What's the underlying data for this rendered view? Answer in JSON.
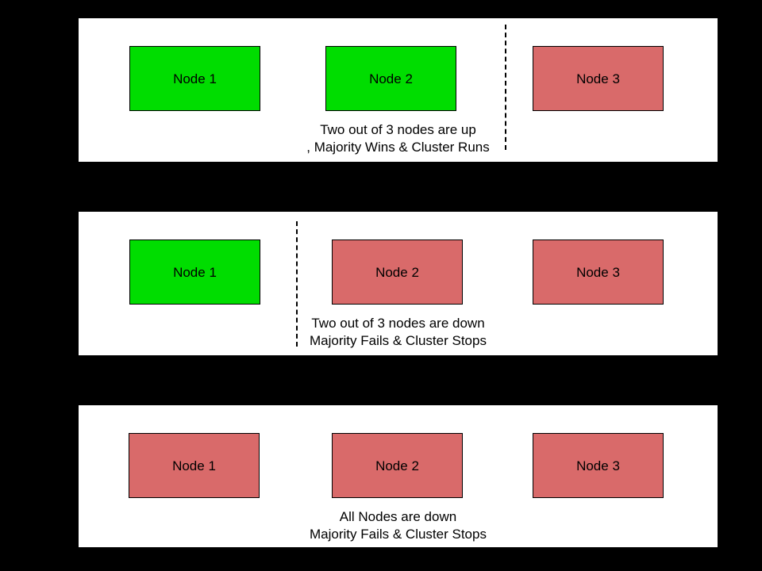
{
  "colors": {
    "background": "#000000",
    "panel_background": "#ffffff",
    "panel_border": "#000000",
    "node_border": "#000000",
    "node_up": "#00dd00",
    "node_down": "#d96a6a",
    "text": "#000000",
    "divider": "#000000"
  },
  "panels": [
    {
      "nodes": [
        {
          "label": "Node 1",
          "status": "up",
          "color": "#00dd00"
        },
        {
          "label": "Node 2",
          "status": "up",
          "color": "#00dd00"
        },
        {
          "label": "Node 3",
          "status": "down",
          "color": "#d96a6a"
        }
      ],
      "caption": {
        "line1": "Two out of 3 nodes are up",
        "line2": ", Majority Wins & Cluster Runs"
      },
      "divider_position": "between Node 2 and Node 3"
    },
    {
      "nodes": [
        {
          "label": "Node 1",
          "status": "up",
          "color": "#00dd00"
        },
        {
          "label": "Node 2",
          "status": "down",
          "color": "#d96a6a"
        },
        {
          "label": "Node 3",
          "status": "down",
          "color": "#d96a6a"
        }
      ],
      "caption": {
        "line1": "Two out of 3 nodes are down",
        "line2": "Majority Fails & Cluster Stops"
      },
      "divider_position": "between Node 1 and Node 2"
    },
    {
      "nodes": [
        {
          "label": "Node 1",
          "status": "down",
          "color": "#d96a6a"
        },
        {
          "label": "Node 2",
          "status": "down",
          "color": "#d96a6a"
        },
        {
          "label": "Node 3",
          "status": "down",
          "color": "#d96a6a"
        }
      ],
      "caption": {
        "line1": "All Nodes are down",
        "line2": "Majority Fails & Cluster Stops"
      },
      "divider_position": null
    }
  ]
}
